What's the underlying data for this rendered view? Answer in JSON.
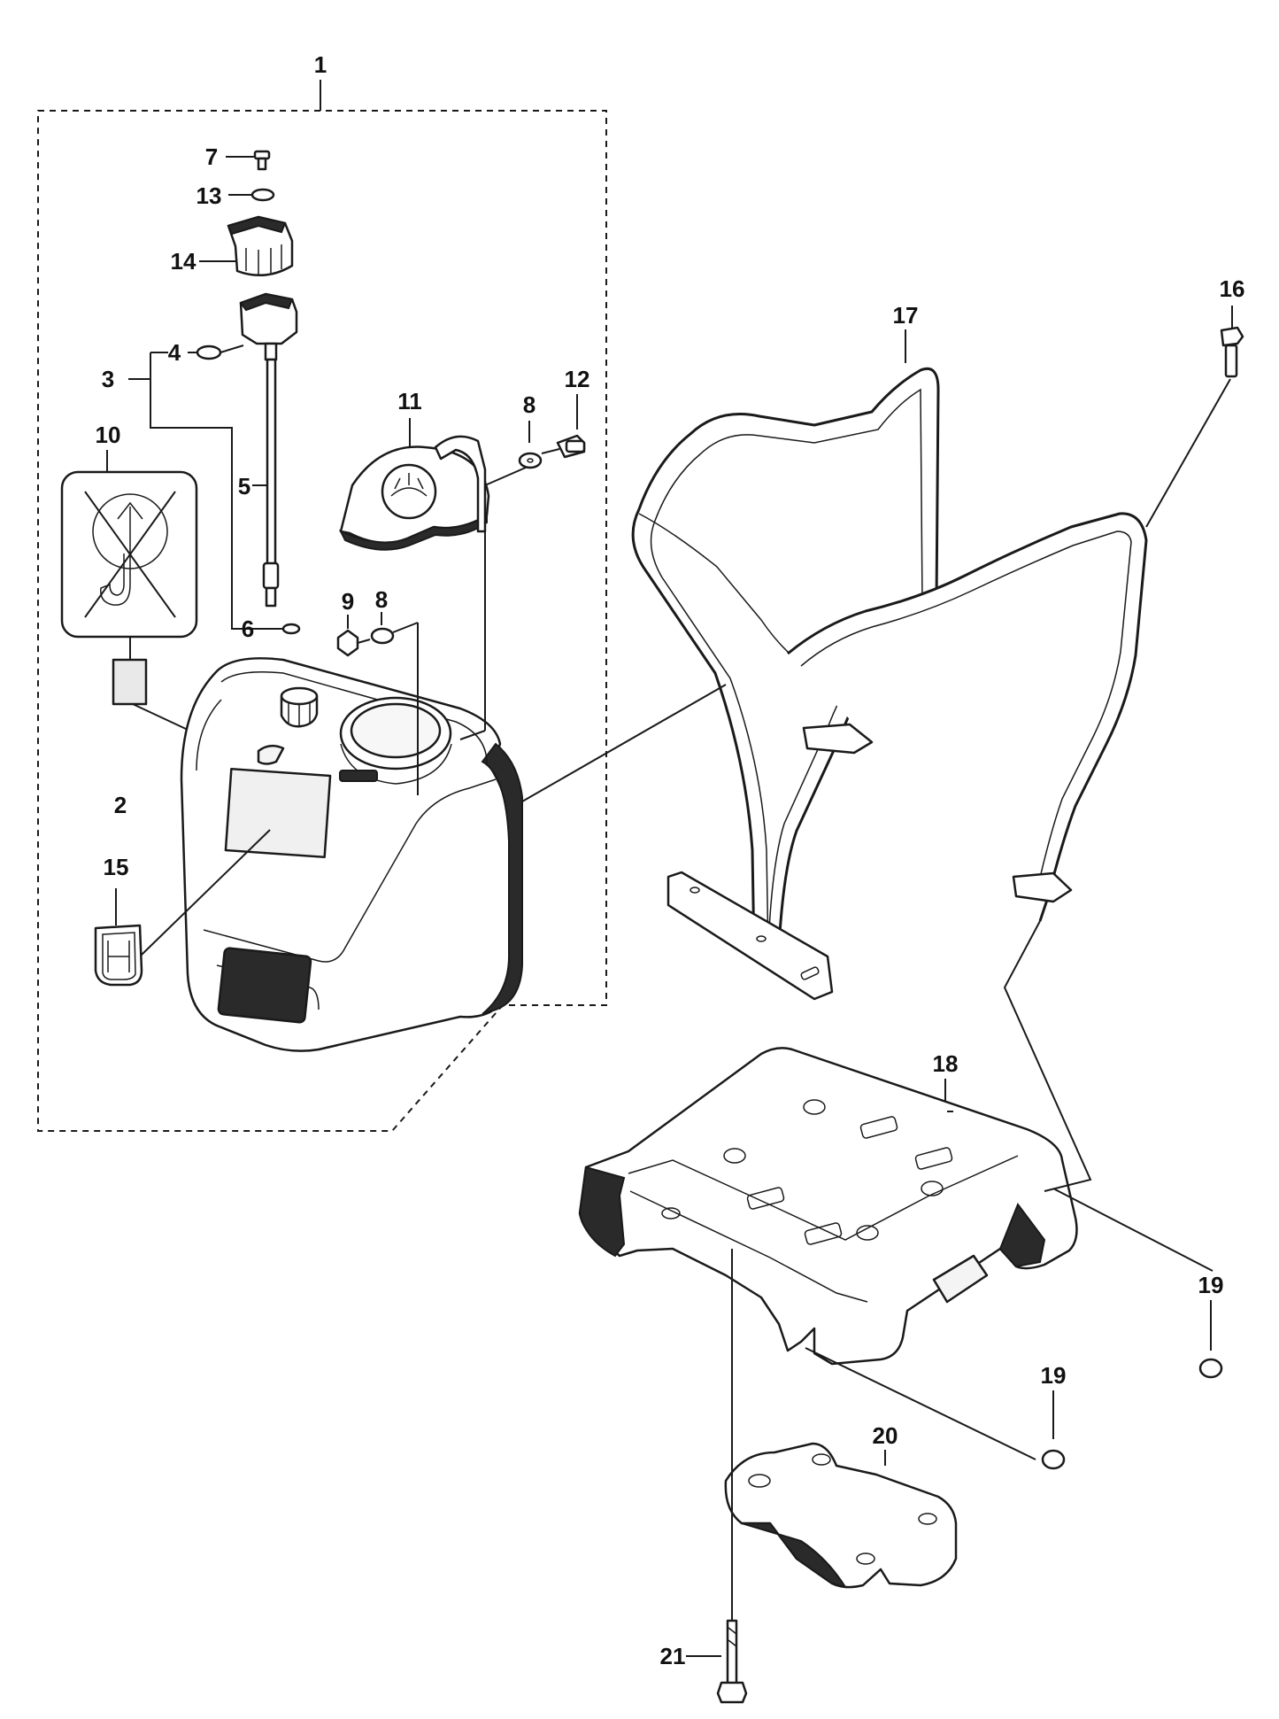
{
  "diagram": {
    "callouts": {
      "c1": "1",
      "c2": "2",
      "c3": "3",
      "c4": "4",
      "c5": "5",
      "c6": "6",
      "c7": "7",
      "c8a": "8",
      "c8b": "8",
      "c9": "9",
      "c10": "10",
      "c11": "11",
      "c12": "12",
      "c13": "13",
      "c14": "14",
      "c15": "15",
      "c16": "16",
      "c17": "17",
      "c18": "18",
      "c19a": "19",
      "c19b": "19",
      "c20": "20",
      "c21": "21"
    },
    "colors": {
      "ink": "#1a1a1a",
      "background": "#ffffff"
    },
    "icons": [
      "no-lifting-hook-icon",
      "brand-h-logo-icon"
    ]
  }
}
